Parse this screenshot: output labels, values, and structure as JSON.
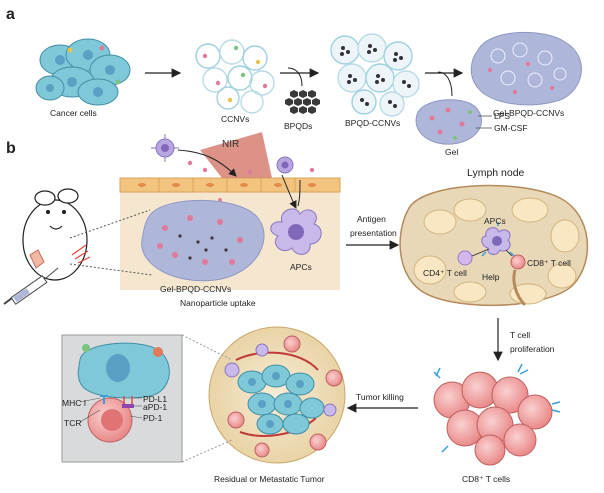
{
  "panels": {
    "a": "a",
    "b": "b"
  },
  "panel_a": {
    "cancer_cells": "Cancer cells",
    "ccnvs": "CCNVs",
    "bpqds": "BPQDs",
    "bpqd_ccnvs": "BPQD-CCNVs",
    "gel_bpqd_ccnvs": "Gel-BPQD-CCNVs",
    "gel": "Gel",
    "lps": "LPS",
    "gm_csf": "GM-CSF"
  },
  "panel_b": {
    "nir": "NIR",
    "apcs_skin": "APCs",
    "gel_bpqd_ccnvs_injected": "Gel-BPQD-CCNVs",
    "nanoparticle_uptake": "Nanoparticle uptake",
    "antigen_presentation_1": "Antigen",
    "antigen_presentation_2": "presentation",
    "lymph_node": "Lymph node",
    "apcs_node": "APCs",
    "cd4_t_cell": "CD4⁺ T cell",
    "help": "Help",
    "cd8_t_cell": "CD8⁺ T cell",
    "t_cell_proliferation_1": "T cell",
    "t_cell_proliferation_2": "proliferation",
    "cd8_t_cells": "CD8⁺ T cells",
    "tumor_killing": "Tumor killing",
    "residual_tumor": "Residual or Metastatic Tumor",
    "mhc_i": "MHC I",
    "tcr": "TCR",
    "pd_l1": "PD-L1",
    "apd_1": "aPD-1",
    "pd_1": "PD-1"
  },
  "colors": {
    "cancer_cell": "#7fc8d8",
    "cancer_cell_border": "#3f8fa6",
    "nucleus": "#5a9fc4",
    "gel_blob": "#aeb6da",
    "skin": "#f2c480",
    "apc": "#b9a6e0",
    "lymph_capsule": "#e8d8b8",
    "lymph_follicle": "#f9e6c2",
    "t_cell": "#f3a7a7",
    "t_cell_nucleus": "#e07474",
    "inset_bg": "#d9dadc",
    "tumor_bg": "#f2e3c4"
  }
}
